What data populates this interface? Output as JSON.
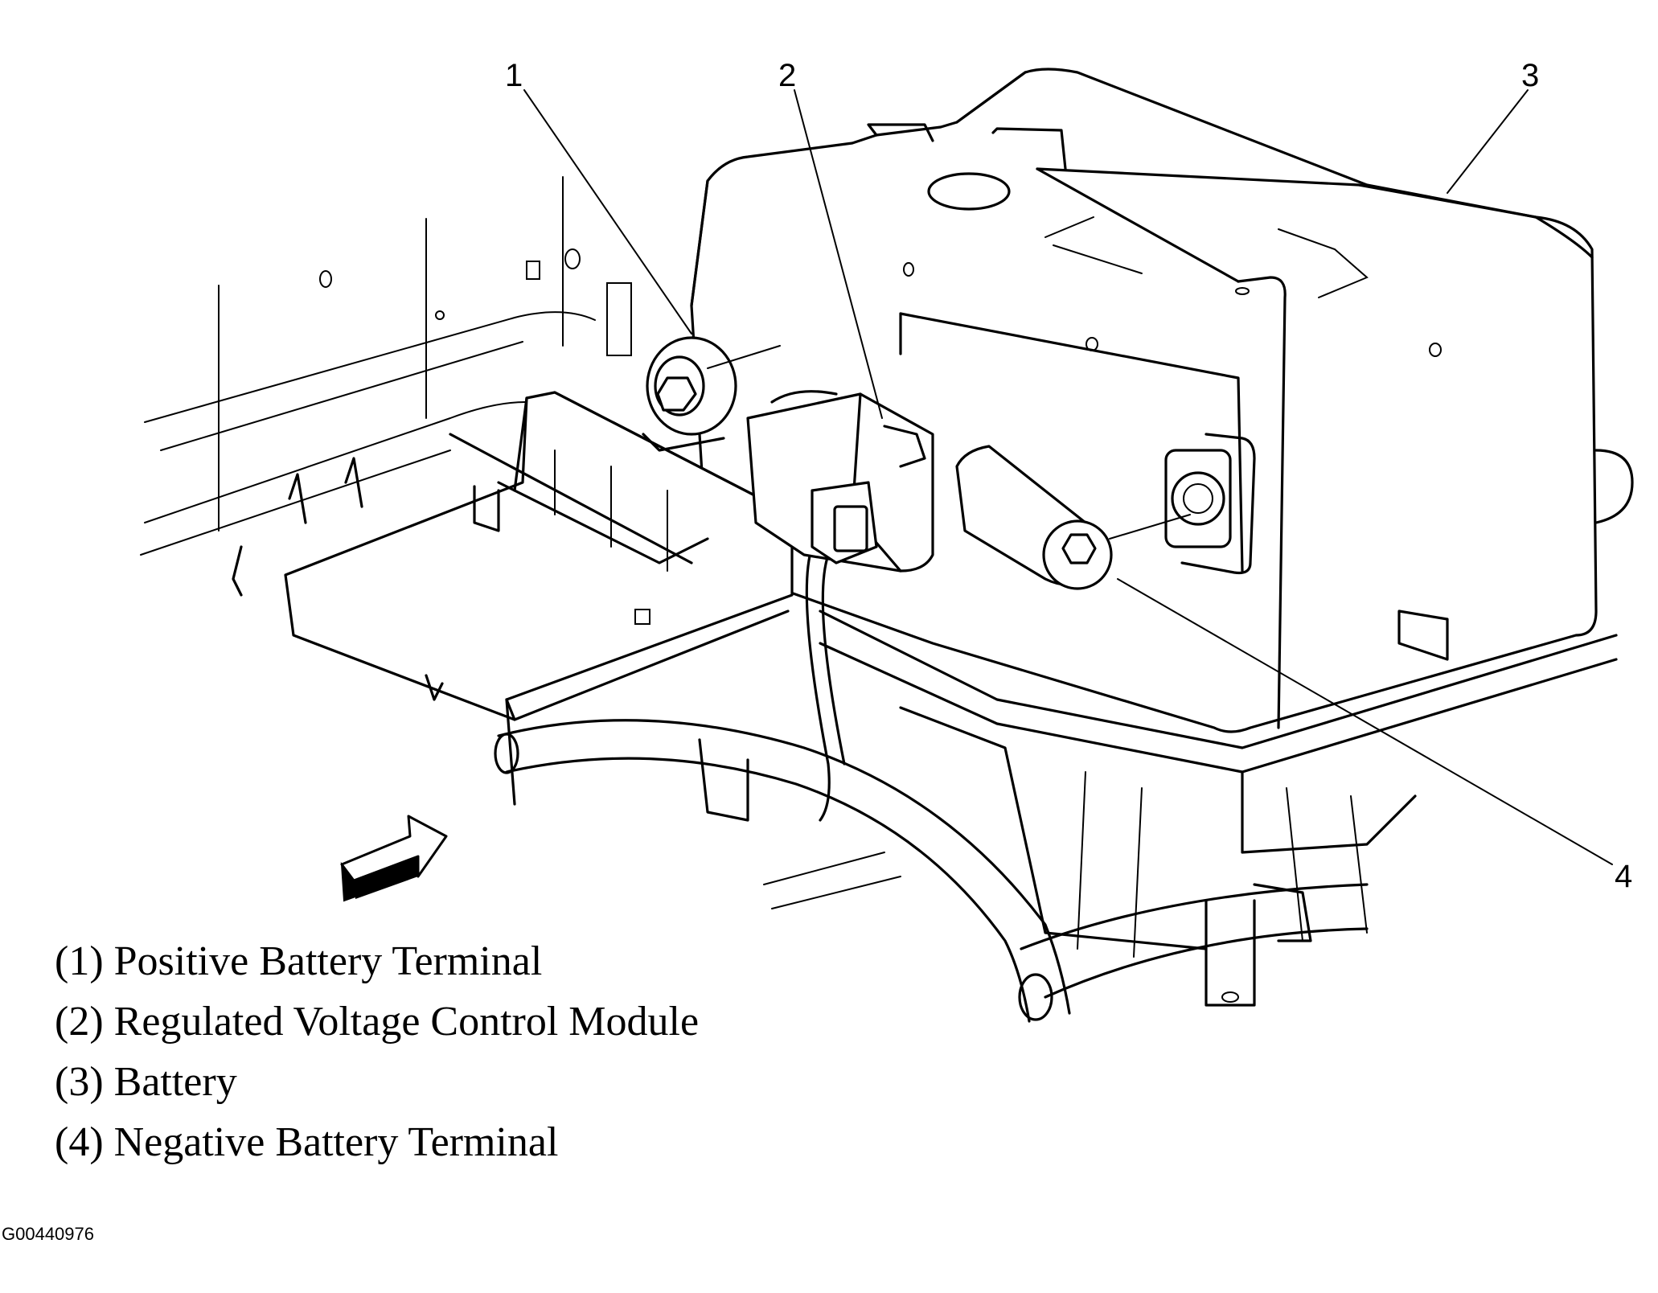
{
  "callouts": [
    {
      "number": "1",
      "target": "Positive Battery Terminal"
    },
    {
      "number": "2",
      "target": "Regulated Voltage Control Module"
    },
    {
      "number": "3",
      "target": "Battery"
    },
    {
      "number": "4",
      "target": "Negative Battery Terminal"
    }
  ],
  "legend": [
    {
      "text": "(1) Positive Battery Terminal"
    },
    {
      "text": "(2) Regulated Voltage Control Module"
    },
    {
      "text": "(3) Battery"
    },
    {
      "text": "(4) Negative Battery Terminal"
    }
  ],
  "figure_id": "G00440976",
  "icons": {
    "view_arrow": "view-direction-arrow-icon"
  },
  "colors": {
    "ink": "#000000",
    "paper": "#ffffff"
  }
}
